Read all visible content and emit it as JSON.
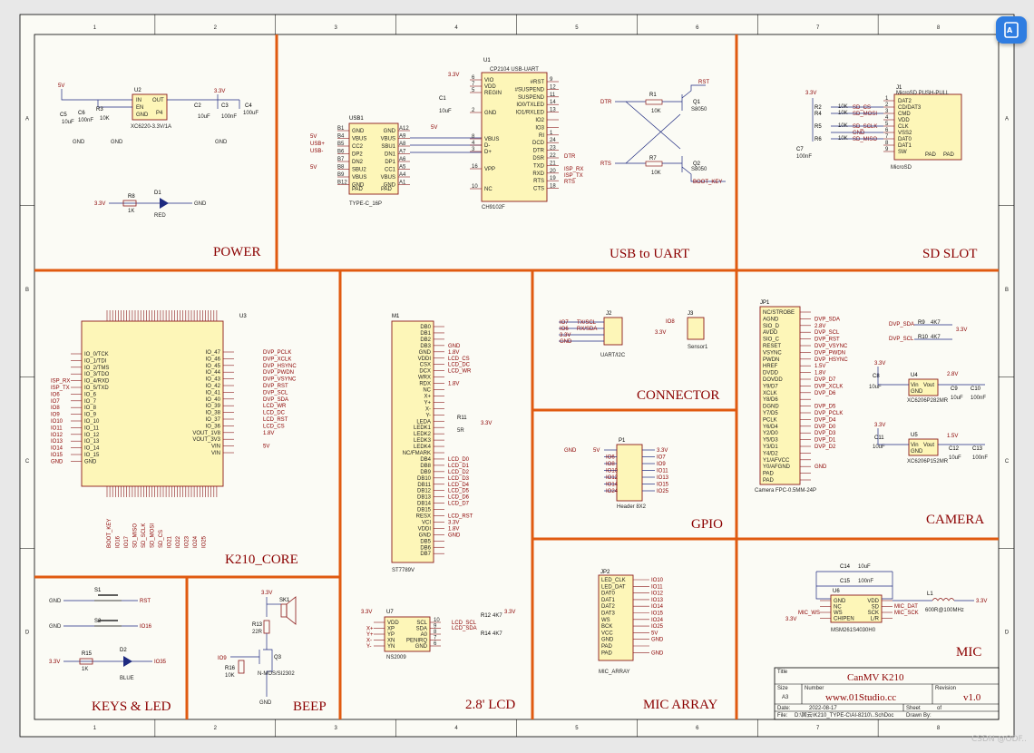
{
  "title_block": {
    "title_label": "Title",
    "title": "CanMV K210",
    "size_label": "Size",
    "size": "A3",
    "number_label": "Number",
    "number": "www.01Studio.cc",
    "revision_label": "Revision",
    "revision": "v1.0",
    "date_label": "Date:",
    "date": "2022-08-17",
    "sheet_label": "Sheet",
    "of_label": "of",
    "file_label": "File:",
    "file": "D:\\固云\\K210_TYPE-C\\AI-8210\\..SchDoc",
    "drawn_label": "Drawn By:"
  },
  "ruler": {
    "cols": [
      "1",
      "2",
      "3",
      "4",
      "5",
      "6",
      "7",
      "8"
    ],
    "rows": [
      "A",
      "B",
      "C",
      "D"
    ]
  },
  "sections": {
    "power": "POWER",
    "usb_uart": "USB to UART",
    "sd": "SD SLOT",
    "k210": "K210_CORE",
    "lcd": "2.8' LCD",
    "connector": "CONNECTOR",
    "gpio": "GPIO",
    "camera": "CAMERA",
    "mic_array": "MIC ARRAY",
    "mic": "MIC",
    "keys": "KEYS & LED",
    "beep": "BEEP"
  },
  "power": {
    "u2": "U2",
    "u2_part": "XC6220-3.3V/1A",
    "u2_pins": [
      "IN",
      "EN",
      "GND",
      "OUT",
      "P4"
    ],
    "v5": "5V",
    "v33": "3.3V",
    "c5": "C5",
    "c5v": "10uF",
    "c6": "C6",
    "c6v": "100nF",
    "r3": "R3",
    "r3v": "10K",
    "c2": "C2",
    "c2v": "10uF",
    "c3": "C3",
    "c3v": "100nF",
    "c4": "C4",
    "c4v": "100uF",
    "gnd": "GND",
    "r8": "R8",
    "r8v": "1K",
    "d1": "D1",
    "d1v": "RED"
  },
  "usb": {
    "usb1": "USB1",
    "part": "TYPE-C_16P",
    "left_pins": [
      "B1",
      "B4",
      "B5",
      "B6",
      "B7",
      "B8",
      "B9",
      "B12"
    ],
    "left_names": [
      "GND",
      "VBUS",
      "CC2",
      "DP2",
      "DN2",
      "SBU2",
      "VBUS",
      "GND"
    ],
    "right_names": [
      "GND",
      "VBUS",
      "SBU1",
      "DN1",
      "DP1",
      "CC1",
      "VBUS",
      "GND"
    ],
    "right_pins": [
      "A12",
      "A9",
      "A8",
      "A7",
      "A6",
      "A5",
      "A4",
      "A1"
    ],
    "pad": "PAD",
    "nets": [
      "5V",
      "USB+",
      "USB-",
      "5V",
      "5V"
    ]
  },
  "cp2104": {
    "u1": "U1",
    "part": "CP2104 USB-UART",
    "part2": "CH9102F",
    "left": [
      "VIO",
      "VDD",
      "REGIN",
      "GND",
      "VBUS",
      "D-",
      "D+",
      "VPP",
      "NC"
    ],
    "left_no": [
      "6",
      "7",
      "5",
      "2",
      "8",
      "4",
      "3",
      "16",
      "10"
    ],
    "right": [
      "#RST",
      "#SUSPEND",
      "SUSPEND",
      "IO0/TXLED",
      "IO1/RXLED",
      "IO2",
      "IO3",
      "RI",
      "DCD",
      "DTR",
      "DSR",
      "TXD",
      "RXD",
      "RTS",
      "CTS"
    ],
    "right_no": [
      "9",
      "12",
      "11",
      "14",
      "13",
      "",
      "",
      "1",
      "24",
      "23",
      "22",
      "21",
      "20",
      "19",
      "18"
    ],
    "c1": "C1",
    "c1v": "10uF",
    "nets": [
      "DTR",
      "ISP_RX",
      "ISP_TX",
      "RTS"
    ]
  },
  "autoreset": {
    "dtr": "DTR",
    "rts": "RTS",
    "rst": "RST",
    "boot": "BOOT_KEY",
    "r1": "R1",
    "r1v": "10K",
    "r7": "R7",
    "r7v": "10K",
    "q1": "Q1",
    "q1v": "S8050",
    "q2": "Q2",
    "q2v": "S8050"
  },
  "sd": {
    "j1": "J1",
    "part": "MicroSD PUSH-PULL",
    "part2": "MicroSD",
    "pins": [
      "DAT2",
      "CD/DAT3",
      "CMD",
      "VDD",
      "CLK",
      "VSS2",
      "DAT0",
      "DAT1",
      "SW"
    ],
    "pin_no": [
      "1",
      "2",
      "3",
      "4",
      "5",
      "6",
      "7",
      "8",
      "9"
    ],
    "nets": [
      "SD_CS",
      "SD_MOSI",
      "SD_SCLK",
      "GND",
      "SD_MISO"
    ],
    "res": [
      "R2",
      "R4",
      "R5",
      "R6"
    ],
    "resv": "10K",
    "c7": "C7",
    "c7v": "100nF",
    "v33": "3.3V",
    "pad": "PAD"
  },
  "k210": {
    "u3": "U3",
    "left": [
      "IO_0/TCK",
      "IO_1/TDI",
      "IO_2/TMS",
      "IO_3/TDO",
      "IO_4/RXD",
      "IO_5/TXD",
      "IO_6",
      "IO_7",
      "IO_8",
      "IO_9",
      "IO_10",
      "IO_11",
      "IO_12",
      "IO_13",
      "IO_14",
      "IO_15",
      "GND"
    ],
    "left_nets": [
      "",
      "",
      "",
      "",
      "ISP_RX",
      "ISP_TX",
      "IO6",
      "IO7",
      "IO8",
      "IO9",
      "IO10",
      "IO11",
      "IO12",
      "IO13",
      "IO14",
      "IO15",
      "GND"
    ],
    "right": [
      "IO_47",
      "IO_46",
      "IO_45",
      "IO_44",
      "IO_43",
      "IO_42",
      "IO_41",
      "IO_40",
      "IO_39",
      "IO_38",
      "IO_37",
      "IO_36",
      "VOUT_1V8",
      "VOUT_3V3",
      "VIN",
      "VIN"
    ],
    "right_nets": [
      "DVP_PCLK",
      "DVP_XCLK",
      "DVP_HSYNC",
      "DVP_PWDN",
      "DVP_VSYNC",
      "DVP_RST",
      "DVP_SCL",
      "DVP_SDA",
      "LCD_WR",
      "LCD_DC",
      "LCD_RST",
      "LCD_CS",
      "1.8V",
      "",
      "5V",
      ""
    ],
    "bottom_nets": [
      "BOOT_KEY",
      "IO16",
      "IO17",
      "SD_MISO",
      "SD_SCLK",
      "SD_MOSI",
      "SD_CS",
      "IO21",
      "IO22",
      "IO23",
      "IO24",
      "IO25"
    ]
  },
  "lcd": {
    "m1": "M1",
    "part": "ST7789V",
    "pins": [
      "DB0",
      "DB1",
      "DB2",
      "DB3",
      "GND",
      "VDDI",
      "CSX",
      "DCX",
      "WRX",
      "RDX",
      "NC",
      "X+",
      "Y+",
      "X-",
      "Y-",
      "LEDA",
      "LEDK1",
      "LEDK2",
      "LEDK3",
      "LEDK4",
      "NC/FMARK",
      "DB4",
      "DB8",
      "DB9",
      "DB10",
      "DB11",
      "DB12",
      "DB13",
      "DB14",
      "DB15",
      "RESX",
      "VCI",
      "VDDI",
      "GND",
      "DB5",
      "DB6",
      "DB7"
    ],
    "nets": [
      "",
      "",
      "",
      "GND",
      "1.8V",
      "LCD_CS",
      "LCD_DC",
      "LCD_WR",
      "",
      "1.8V",
      "",
      "",
      "",
      "",
      "",
      "",
      "",
      "",
      "",
      "",
      "",
      "LCD_D0",
      "LCD_D1",
      "LCD_D2",
      "LCD_D3",
      "LCD_D4",
      "LCD_D5",
      "LCD_D6",
      "LCD_D7",
      "",
      "LCD_RST",
      "3.3V",
      "1.8V",
      "GND",
      "",
      "",
      ""
    ],
    "r11": "R11",
    "r11v": "5R",
    "v33": "3.3V"
  },
  "touch": {
    "u7": "U7",
    "part": "NS2009",
    "left": [
      "VDD",
      "XP",
      "YP",
      "XN",
      "YN"
    ],
    "right": [
      "SCL",
      "SDA",
      "A0",
      "PENIRQ",
      "GND"
    ],
    "right_no": [
      "10",
      "9",
      "8",
      "7",
      "6"
    ],
    "nets": [
      "LCD_SCL",
      "LCD_SDA"
    ],
    "r12": "R12",
    "r14": "R14",
    "rv": "4K7",
    "v33": "3.3V",
    "x_nets": [
      "X+",
      "Y+",
      "X-",
      "Y-"
    ]
  },
  "connector": {
    "j2": "J2",
    "j2v": "UART/I2C",
    "j2_nets": [
      "IO7",
      "IO6",
      "3.3V",
      "GND"
    ],
    "j2_nets2": [
      "TX/SCL",
      "RX/SDA"
    ],
    "j3": "J3",
    "j3v": "Sensor1",
    "j3_nets": [
      "IO8",
      "3.3V"
    ]
  },
  "gpio": {
    "p1": "P1",
    "p1v": "Header 8X2",
    "left": [
      "GND",
      "IO6",
      "IO8",
      "IO10",
      "IO12",
      "IO14",
      "IO24"
    ],
    "right": [
      "3.3V",
      "IO7",
      "IO9",
      "IO11",
      "IO13",
      "IO15",
      "IO25"
    ],
    "v5": "5V"
  },
  "camera": {
    "jp1": "JP1",
    "part": "Camera FPC-0.5MM-24P",
    "pins": [
      "NC/STROBE",
      "AGND",
      "SIO_D",
      "AVDD",
      "SIO_C",
      "RESET",
      "VSYNC",
      "PWDN",
      "HREF",
      "DVDD",
      "DOVDD",
      "Y9/D7",
      "XCLK",
      "Y8/D6",
      "DGND",
      "Y7/D5",
      "PCLK",
      "Y6/D4",
      "Y2/D0",
      "Y5/D3",
      "Y3/D1",
      "Y4/D2",
      "Y1/AFVCC",
      "Y0/AFGND",
      "PAD",
      "PAD"
    ],
    "nets": [
      "",
      "DVP_SDA",
      "2.8V",
      "DVP_SCL",
      "DVP_RST",
      "DVP_VSYNC",
      "DVP_PWDN",
      "DVP_HSYNC",
      "1.5V",
      "1.8V",
      "DVP_D7",
      "DVP_XCLK",
      "DVP_D6",
      "",
      "DVP_D5",
      "DVP_PCLK",
      "DVP_D4",
      "DVP_D0",
      "DVP_D3",
      "DVP_D1",
      "DVP_D2",
      "",
      "",
      "GND"
    ],
    "pullups": [
      "R9",
      "R10"
    ],
    "pullv": "4K7",
    "pull_nets": [
      "DVP_SDA",
      "DVP_SCL"
    ],
    "u4": "U4",
    "u4v": "XC6206P282MR",
    "u5": "U5",
    "u5v": "XC6206P152MR",
    "ldo_pins": [
      "Vin",
      "GND",
      "Vout"
    ],
    "caps": [
      "C8",
      "C9",
      "C10",
      "C11",
      "C12",
      "C13"
    ],
    "capv": [
      "10uF",
      "10uF",
      "100nF",
      "10uF",
      "10uF",
      "100nF"
    ],
    "v33": "3.3V",
    "v28": "2.8V",
    "v15": "1.5V"
  },
  "mic_array": {
    "jp2": "JP2",
    "pins": [
      "LED_CLK",
      "LED_DAT",
      "DAT0",
      "DAT1",
      "DAT2",
      "DAT3",
      "WS",
      "BCK",
      "VCC",
      "GND",
      "PAD",
      "PAD"
    ],
    "nets": [
      "IO10",
      "IO11",
      "IO12",
      "IO13",
      "IO14",
      "IO15",
      "IO24",
      "IO25",
      "5V",
      "GND",
      "",
      "GND"
    ],
    "label": "MIC_ARRAY"
  },
  "mic": {
    "u6": "U6",
    "part": "MSM261S4030H0",
    "left": [
      "GND",
      "NC",
      "WS",
      "CHIPEN"
    ],
    "right": [
      "VDD",
      "SD",
      "SCK",
      "L/R"
    ],
    "c14": "C14",
    "c14v": "10uF",
    "c15": "C15",
    "c15v": "100nF",
    "l1": "L1",
    "l1v": "600R@100MHz",
    "nets": [
      "MIC_WS",
      "MIC_DAT",
      "MIC_SCK",
      "3.3V"
    ]
  },
  "keys": {
    "s1": "S1",
    "s1n": "RST",
    "s2": "S2",
    "s2n": "IO16",
    "r15": "R15",
    "r15v": "1K",
    "d2": "D2",
    "d2v": "BLUE",
    "d2n": "IO35",
    "v33": "3.3V",
    "gnd": "GND"
  },
  "beep": {
    "sk1": "SK1",
    "v33": "3.3V",
    "r13": "R13",
    "r13v": "22R",
    "q3": "Q3",
    "q3v": "N-MOS/SI2302",
    "r16": "R16",
    "r16v": "10K",
    "io": "IO9",
    "gnd": "GND"
  },
  "fab_icon": "translate-icon",
  "watermark": "CSDN @ODF.."
}
